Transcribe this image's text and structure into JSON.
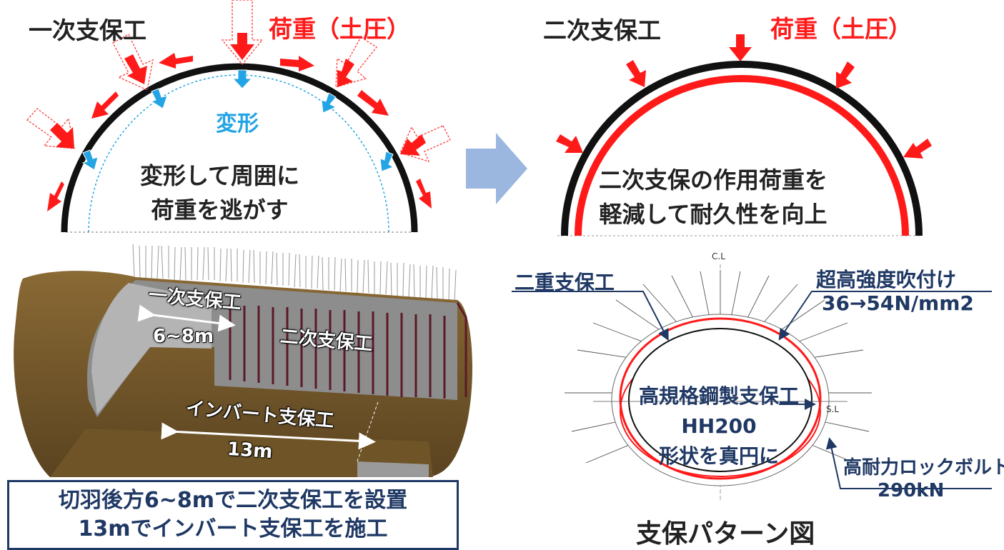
{
  "top_left": {
    "support_label": "一次支保工",
    "load_label": "荷重（土圧）",
    "deform_label": "変形",
    "center_text": [
      "変形して周囲に",
      "荷重を逃がす"
    ]
  },
  "top_right": {
    "support_label": "二次支保工",
    "load_label": "荷重（土圧）",
    "center_text": [
      "二次支保の作用荷重を",
      "軽減して耐久性を向上"
    ]
  },
  "tunnel_3d": {
    "primary_label": "一次支保工",
    "primary_length": "6~8m",
    "secondary_label": "二次支保工",
    "invert_label": "インバート支保工",
    "invert_length": "13m",
    "caption": [
      "切羽後方6~8mで二次支保工を設置",
      "13mでインバート支保工を施工"
    ]
  },
  "pattern": {
    "cl": "C.L",
    "sl": "S.L",
    "double_support": "二重支保工",
    "shotcrete": "超高強度吹付け",
    "shotcrete_value": "36→54N/mm2",
    "steel": [
      "高規格鋼製支保工",
      "HH200",
      "形状を真円に"
    ],
    "bolt": "高耐力ロックボルト",
    "bolt_value": "290kN",
    "title": "支保パターン図"
  },
  "colors": {
    "red": "#ff1a1a",
    "blue": "#23a4e4",
    "navy": "#1f3864",
    "arrow": "#9bb6df",
    "soil": "#7a5a2e"
  }
}
